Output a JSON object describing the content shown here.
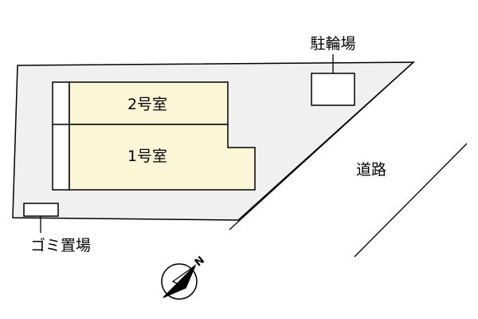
{
  "plan": {
    "rooms": [
      {
        "label": "2号室"
      },
      {
        "label": "1号室"
      }
    ],
    "bicycle_parking": "駐輪場",
    "road": "道路",
    "garbage_area": "ゴミ置場",
    "north": "N"
  },
  "colors": {
    "lot": "#f0f0f0",
    "building": "#fbf6d6",
    "outline": "#000000"
  }
}
